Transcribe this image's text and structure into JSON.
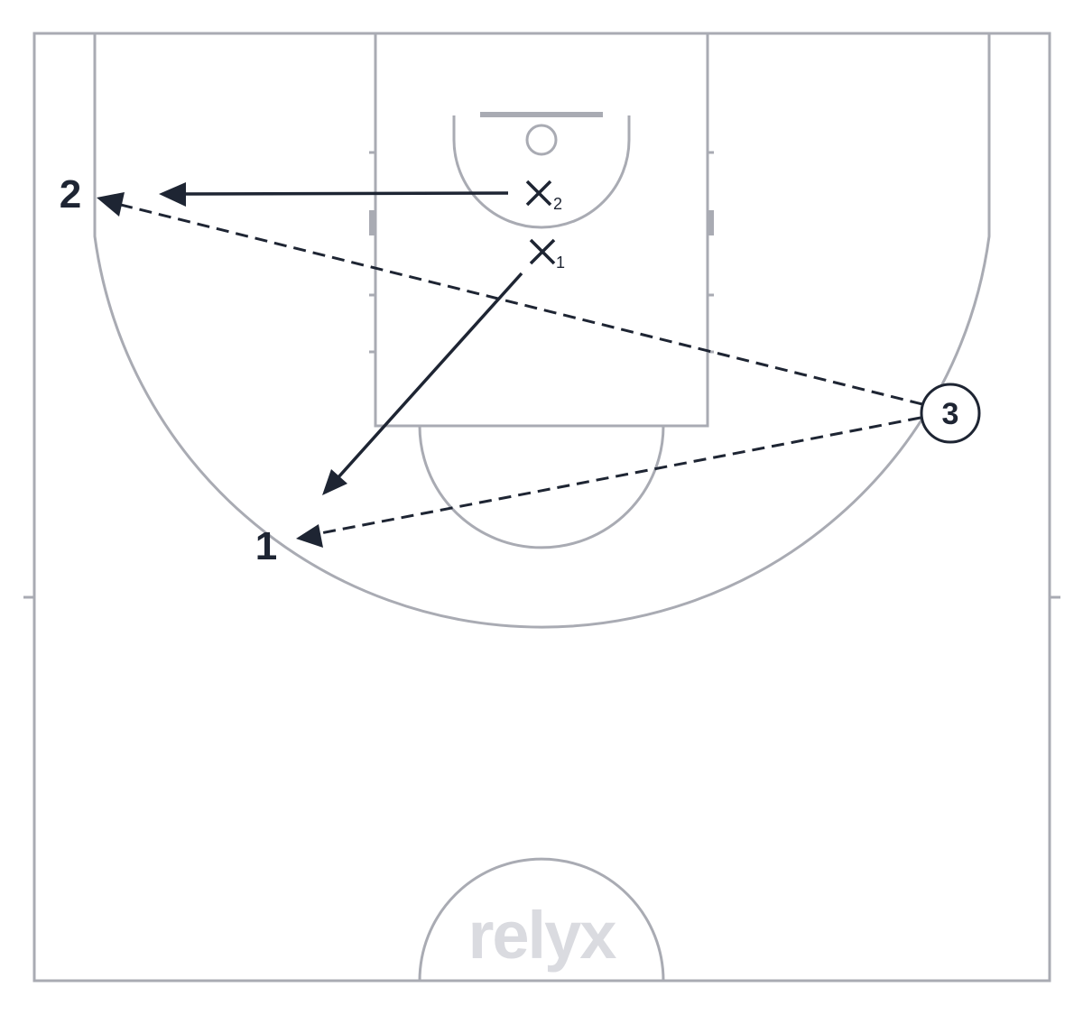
{
  "diagram": {
    "watermark": "relyx",
    "colors": {
      "court_lines": "#a9abb3",
      "marks": "#1e2533",
      "watermark": "#dadbe0",
      "background": "#ffffff"
    },
    "defenders": [
      {
        "id": "x2",
        "symbol": "×",
        "subscript": "2"
      },
      {
        "id": "x1",
        "symbol": "×",
        "subscript": "1"
      }
    ],
    "players": [
      {
        "id": "p1",
        "label": "1"
      },
      {
        "id": "p2",
        "label": "2"
      },
      {
        "id": "p3",
        "label": "3",
        "circled": true
      }
    ],
    "actions": [
      {
        "type": "move",
        "from": "x2",
        "to": "p2"
      },
      {
        "type": "move",
        "from": "x1",
        "to": "p1"
      },
      {
        "type": "pass",
        "from": "p3",
        "to": "p2"
      },
      {
        "type": "pass",
        "from": "p3",
        "to": "p1"
      }
    ]
  }
}
